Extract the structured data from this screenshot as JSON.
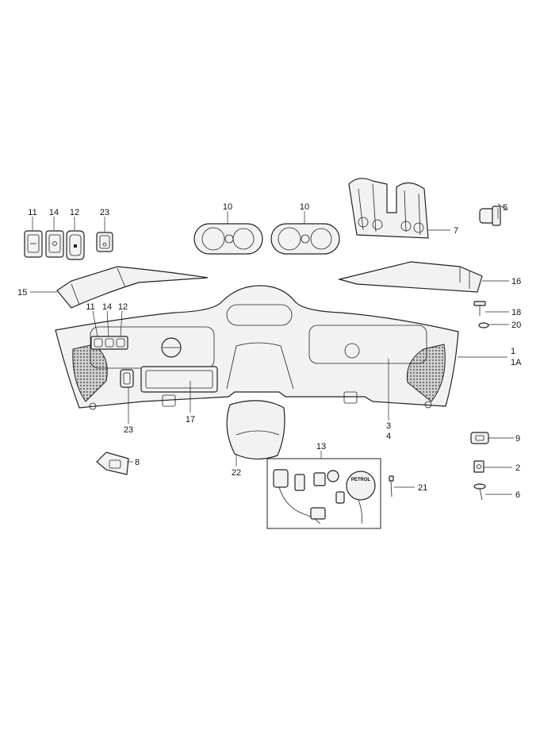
{
  "diagram": {
    "type": "exploded-parts-diagram",
    "subject": "dashboard assembly",
    "callouts": {
      "c1": "1",
      "c1a": "1A",
      "c2": "2",
      "c3": "3",
      "c4": "4",
      "c5": "5",
      "c6": "6",
      "c7": "7",
      "c8": "8",
      "c9": "9",
      "c10a": "10",
      "c10b": "10",
      "c11a": "11",
      "c11b": "11",
      "c12a": "12",
      "c12b": "12",
      "c13": "13",
      "c14a": "14",
      "c14b": "14",
      "c15": "15",
      "c16": "16",
      "c17": "17",
      "c18": "18",
      "c20": "20",
      "c21": "21",
      "c22": "22",
      "c23a": "23",
      "c23b": "23"
    },
    "labels": {
      "petrol_tag": "PETROL"
    }
  }
}
